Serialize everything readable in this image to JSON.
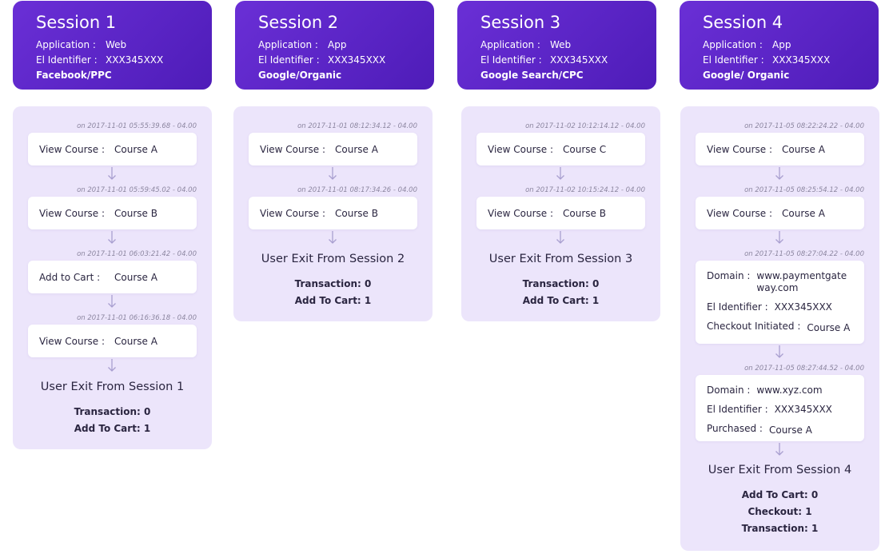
{
  "colors": {
    "header_bg": "#5a24c8",
    "panel_bg": "#ece5fb",
    "card_bg": "#ffffff",
    "arrow": "#a99fd0"
  },
  "sessions": [
    {
      "title": "Session 1",
      "application_label": "Application :",
      "application_value": "Web",
      "id_label": "El Identifier :",
      "id_value": "XXX345XXX",
      "source": "Facebook/PPC",
      "events": [
        {
          "ts": "on 2017-11-01   05:55:39.68 - 04.00",
          "key": "View Course :",
          "value": "Course A"
        },
        {
          "ts": "on 2017-11-01   05:59:45.02 - 04.00",
          "key": "View Course :",
          "value": "Course B"
        },
        {
          "ts": "on 2017-11-01   06:03:21.42 - 04.00",
          "key": "Add to Cart :",
          "value": "Course A"
        },
        {
          "ts": "on 2017-11-01   06:16:36.18 - 04.00",
          "key": "View Course :",
          "value": "Course A"
        }
      ],
      "exit": "User Exit From Session 1",
      "stats": [
        "Transaction: 0",
        "Add To Cart: 1"
      ]
    },
    {
      "title": "Session 2",
      "application_label": "Application :",
      "application_value": "App",
      "id_label": "El Identifier :",
      "id_value": "XXX345XXX",
      "source": "Google/Organic",
      "events": [
        {
          "ts": "on 2017-11-01   08:12:34.12 - 04.00",
          "key": "View Course :",
          "value": "Course A"
        },
        {
          "ts": "on 2017-11-01   08:17:34.26 - 04.00",
          "key": "View Course :",
          "value": "Course B"
        }
      ],
      "exit": "User Exit From Session 2",
      "stats": [
        "Transaction: 0",
        "Add To Cart: 1"
      ]
    },
    {
      "title": "Session 3",
      "application_label": "Application :",
      "application_value": "Web",
      "id_label": "El Identifier :",
      "id_value": "XXX345XXX",
      "source": "Google Search/CPC",
      "events": [
        {
          "ts": "on 2017-11-02   10:12:14.12 - 04.00",
          "key": "View Course :",
          "value": "Course C"
        },
        {
          "ts": "on 2017-11-02   10:15:24.12 - 04.00",
          "key": "View Course :",
          "value": "Course B"
        }
      ],
      "exit": "User Exit From Session 3",
      "stats": [
        "Transaction: 0",
        "Add To Cart: 1"
      ]
    },
    {
      "title": "Session 4",
      "application_label": "Application :",
      "application_value": "App",
      "id_label": "El Identifier :",
      "id_value": "XXX345XXX",
      "source": "Google/ Organic",
      "events": [
        {
          "ts": "on 2017-11-05   08:22:24.22 - 04.00",
          "key": "View Course :",
          "value": "Course A"
        },
        {
          "ts": "on 2017-11-05   08:25:54.12 - 04.00",
          "key": "View Course :",
          "value": "Course A"
        },
        {
          "ts": "on 2017-11-05   08:27:04.22 - 04.00",
          "domain_label": "Domain :",
          "domain_value": "www.paymentgateway.com",
          "id_label": "El Identifier :",
          "id_value": "XXX345XXX",
          "key": "Checkout Initiated :",
          "value": "Course A"
        },
        {
          "ts": "on 2017-11-05   08:27:44.52 - 04.00",
          "domain_label": "Domain :",
          "domain_value": "www.xyz.com",
          "id_label": "El Identifier :",
          "id_value": "XXX345XXX",
          "key": "Purchased :",
          "value": "Course A"
        }
      ],
      "exit": "User Exit From Session 4",
      "stats": [
        "Add To Cart: 0",
        "Checkout: 1",
        "Transaction: 1"
      ]
    }
  ]
}
